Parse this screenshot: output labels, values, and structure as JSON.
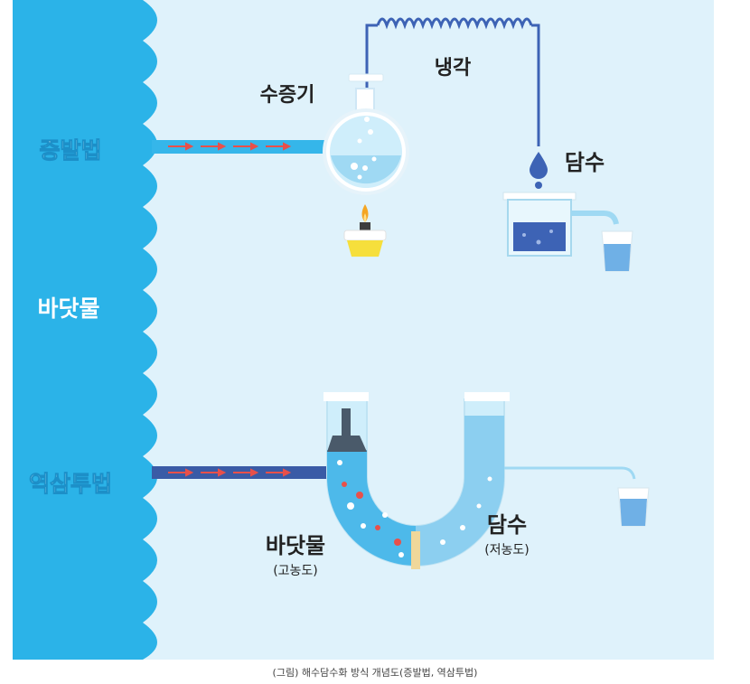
{
  "figure": {
    "sea_labels": {
      "distillation": "증발법",
      "seawater": "바닷물",
      "reverse_osmosis": "역삼투법"
    },
    "distillation": {
      "vapor_label": "수증기",
      "condense_label": "냉각",
      "fresh_label": "담수"
    },
    "reverse_osmosis": {
      "seawater_label": "바닷물",
      "seawater_sub": "(고농도)",
      "fresh_label": "담수",
      "fresh_sub": "(저농도)"
    }
  },
  "caption": "(그림) 해수담수화 방식 개념도(증발법, 역삼투법)",
  "colors": {
    "sea": "#2bb3e8",
    "background": "#dff2fb",
    "pipe": "#35b6ea",
    "pipe_dark": "#3a5ba6",
    "arrow": "#e8504a",
    "water_light": "#9fd9f3",
    "water_dark": "#3d63b5",
    "membrane": "#f0d79a"
  }
}
